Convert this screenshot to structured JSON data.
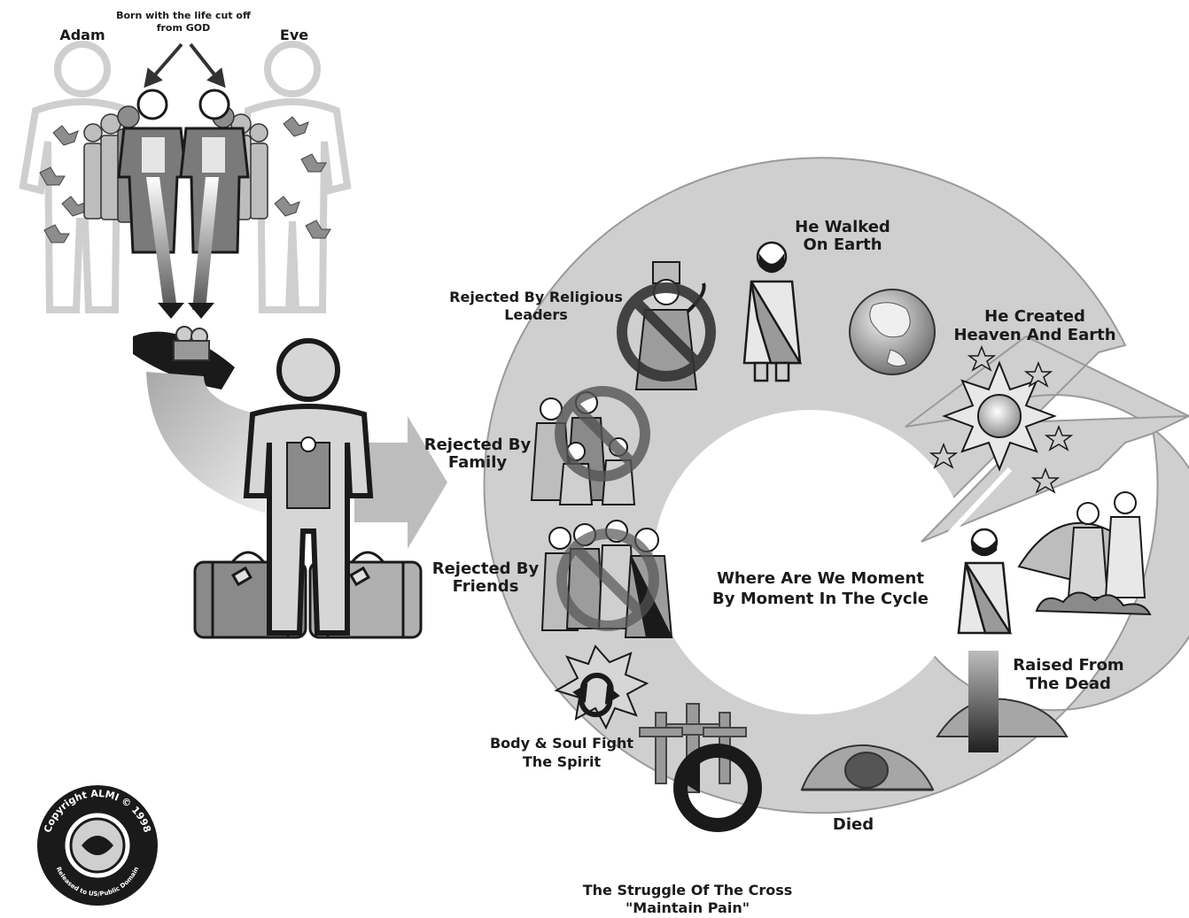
{
  "labels": {
    "adam": "Adam",
    "eve": "Eve",
    "born_line1": "Born with the life cut off",
    "born_line2": "from GOD",
    "he_walked_1": "He Walked",
    "he_walked_2": "On Earth",
    "he_created_1": "He Created",
    "he_created_2": "Heaven And Earth",
    "rej_religious_1": "Rejected By Religious",
    "rej_religious_2": "Leaders",
    "rej_family_1": "Rejected By",
    "rej_family_2": "Family",
    "rej_friends_1": "Rejected By",
    "rej_friends_2": "Friends",
    "center_1": "Where Are We Moment",
    "center_2": "By Moment In The Cycle",
    "raised_1": "Raised From",
    "raised_2": "The Dead",
    "body_soul_1": "Body & Soul Fight",
    "body_soul_2": "The Spirit",
    "died": "Died",
    "struggle_1": "The Struggle Of The Cross",
    "struggle_2": "\"Maintain Pain\""
  },
  "seal": {
    "top_text": "Copyright ALMI © 1998",
    "bottom_text": "Released to US/Public Domain"
  },
  "colors": {
    "cycle_fill": "#cfcfcf",
    "dark": "#1a1a1a",
    "mid_gray": "#8a8a8a",
    "light_gray": "#d9d9d9"
  }
}
